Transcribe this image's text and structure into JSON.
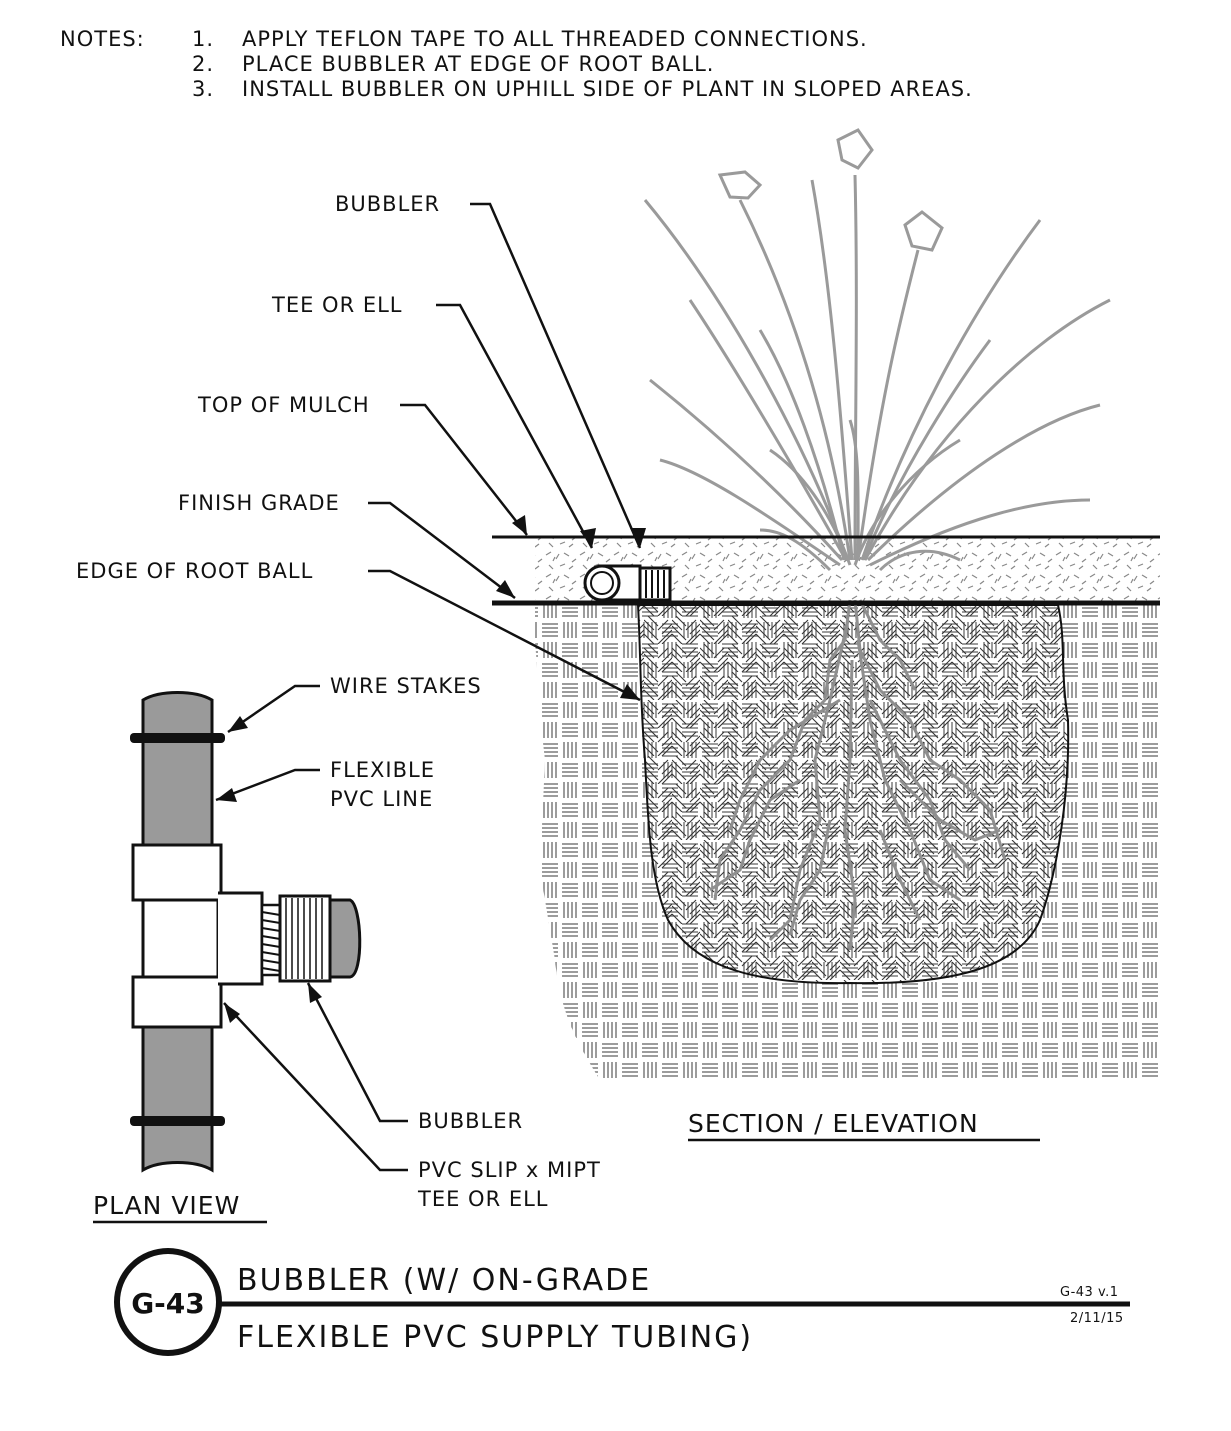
{
  "notes": {
    "heading": "NOTES:",
    "items": [
      {
        "num": "1.",
        "text": "APPLY TEFLON TAPE TO ALL THREADED CONNECTIONS."
      },
      {
        "num": "2.",
        "text": "PLACE BUBBLER AT EDGE OF ROOT BALL."
      },
      {
        "num": "3.",
        "text": "INSTALL BUBBLER ON UPHILL SIDE OF PLANT IN SLOPED AREAS."
      }
    ]
  },
  "section_labels": {
    "bubbler": "BUBBLER",
    "tee_or_ell": "TEE OR ELL",
    "top_of_mulch": "TOP OF MULCH",
    "finish_grade": "FINISH GRADE",
    "edge_of_root_ball": "EDGE OF ROOT BALL"
  },
  "plan_labels": {
    "wire_stakes": "WIRE STAKES",
    "flexible_line_1": "FLEXIBLE",
    "flexible_line_2": "PVC LINE",
    "bubbler": "BUBBLER",
    "tee_line_1": "PVC SLIP x MIPT",
    "tee_line_2": "TEE OR ELL"
  },
  "views": {
    "section": "SECTION / ELEVATION",
    "plan": "PLAN VIEW"
  },
  "title_block": {
    "badge": "G-43",
    "title_line_1": "BUBBLER (W/ ON-GRADE",
    "title_line_2": "FLEXIBLE PVC SUPPLY TUBING)",
    "version": "G-43 v.1",
    "date": "2/11/15"
  },
  "colors": {
    "ink": "#111111",
    "plant": "#9a9a9a",
    "hatch": "#555555",
    "pipe_fill": "#9a9a9a"
  }
}
